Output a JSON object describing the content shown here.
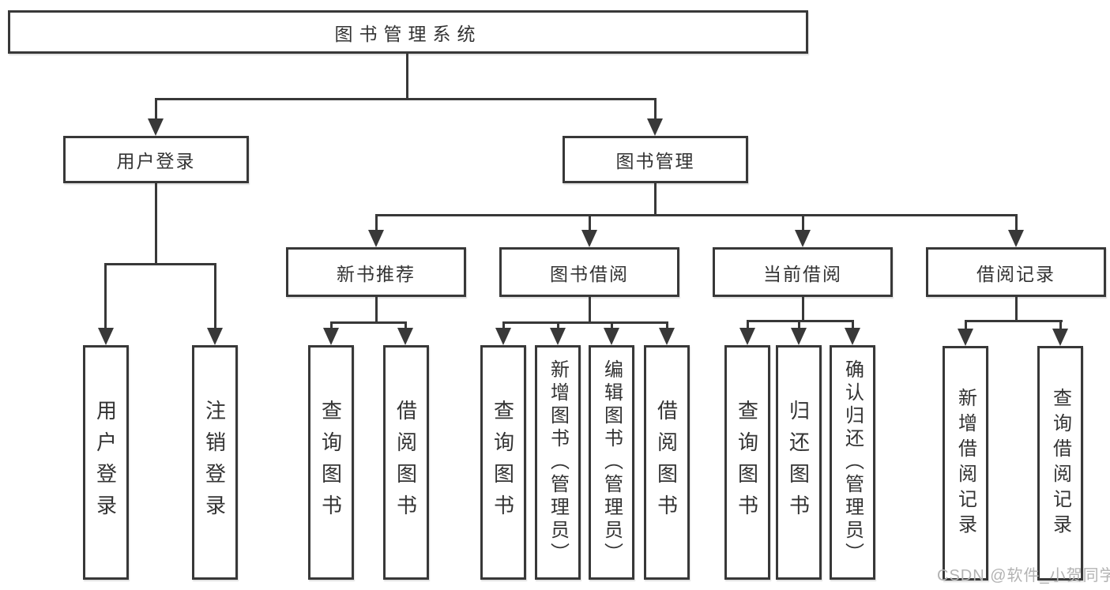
{
  "tree": {
    "root": "图书管理系统",
    "branches": [
      {
        "label": "用户登录",
        "children": [
          "用户登录",
          "注销登录"
        ]
      },
      {
        "label": "图书管理",
        "sections": [
          {
            "label": "新书推荐",
            "children": [
              "查询图书",
              "借阅图书"
            ]
          },
          {
            "label": "图书借阅",
            "children": [
              "查询图书",
              "新增图书（管理员）",
              "编辑图书（管理员）",
              "借阅图书"
            ]
          },
          {
            "label": "当前借阅",
            "children": [
              "查询图书",
              "归还图书",
              "确认归还（管理员）"
            ]
          },
          {
            "label": "借阅记录",
            "children": [
              "新增借阅记录",
              "查询借阅记录"
            ]
          }
        ]
      }
    ]
  },
  "watermark": {
    "text": "CSDN @软件_小贺同学"
  },
  "colors": {
    "line": "#383838",
    "border": "#383838",
    "text": "#333333",
    "watermark": "#b3b3b3",
    "background": "#ffffff"
  }
}
